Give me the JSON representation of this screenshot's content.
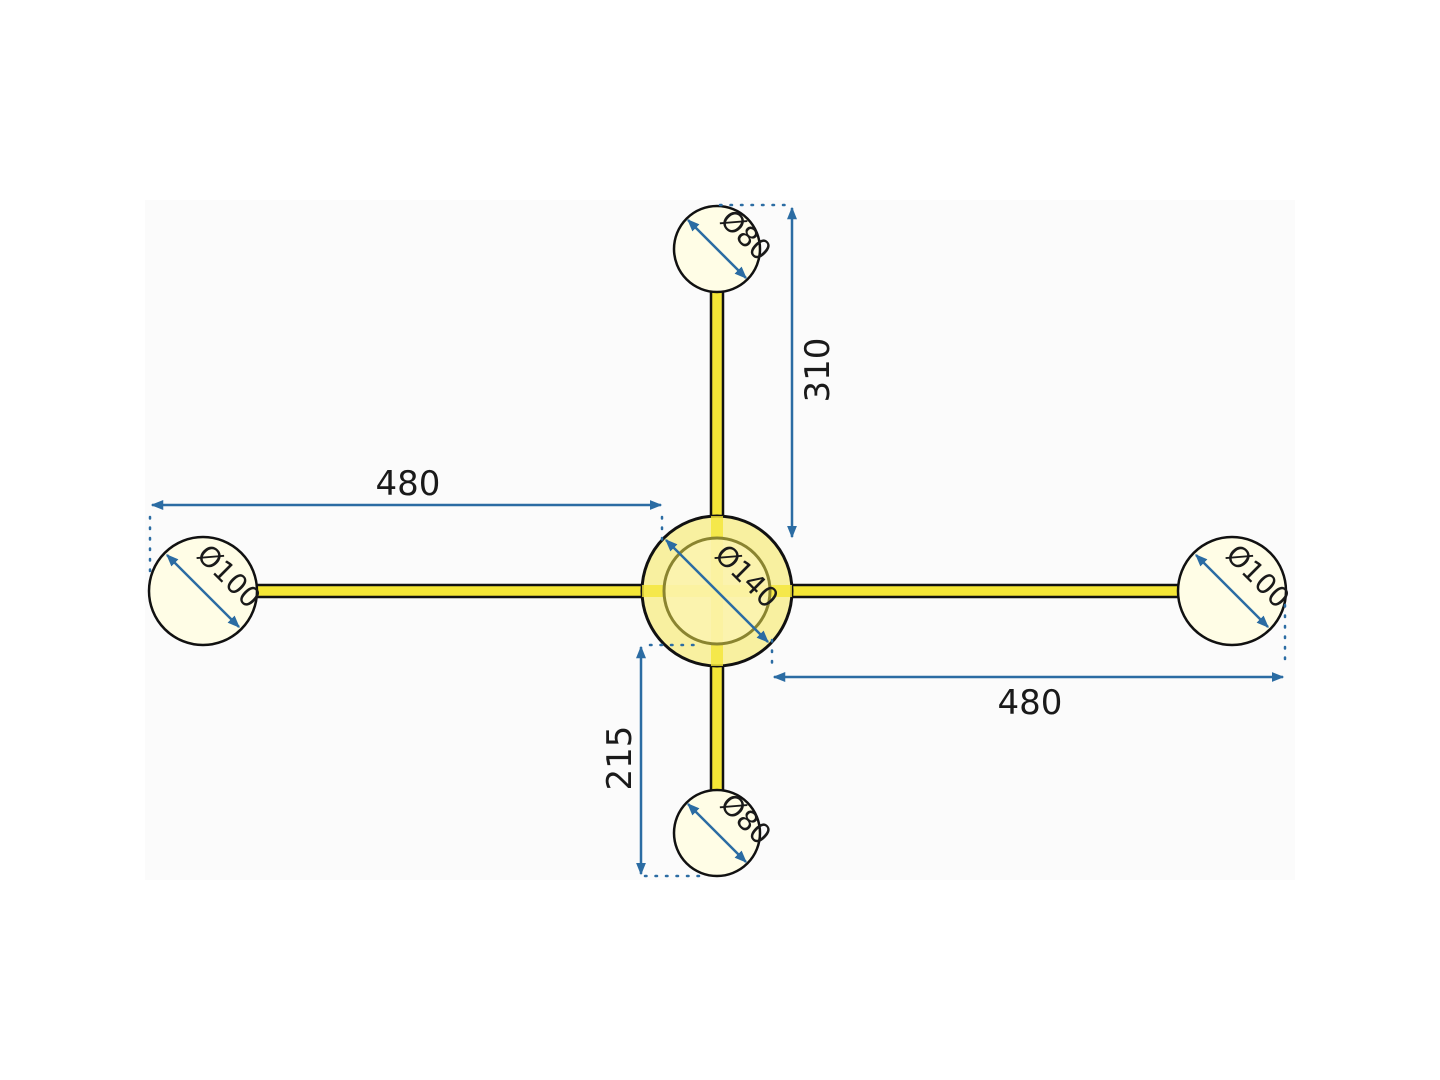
{
  "colors": {
    "arm": "#f4e636",
    "globe": "#fffde6",
    "canopy": "#f8f0a0",
    "dimension": "#2b6ca3",
    "outline": "#111111"
  },
  "dimensions": {
    "left_arm": "480",
    "right_arm": "480",
    "top_arm": "310",
    "bottom_arm": "215"
  },
  "diameters": {
    "canopy": "Ø140",
    "top_globe": "Ø80",
    "bottom_globe": "Ø80",
    "left_globe": "Ø100",
    "right_globe": "Ø100"
  }
}
